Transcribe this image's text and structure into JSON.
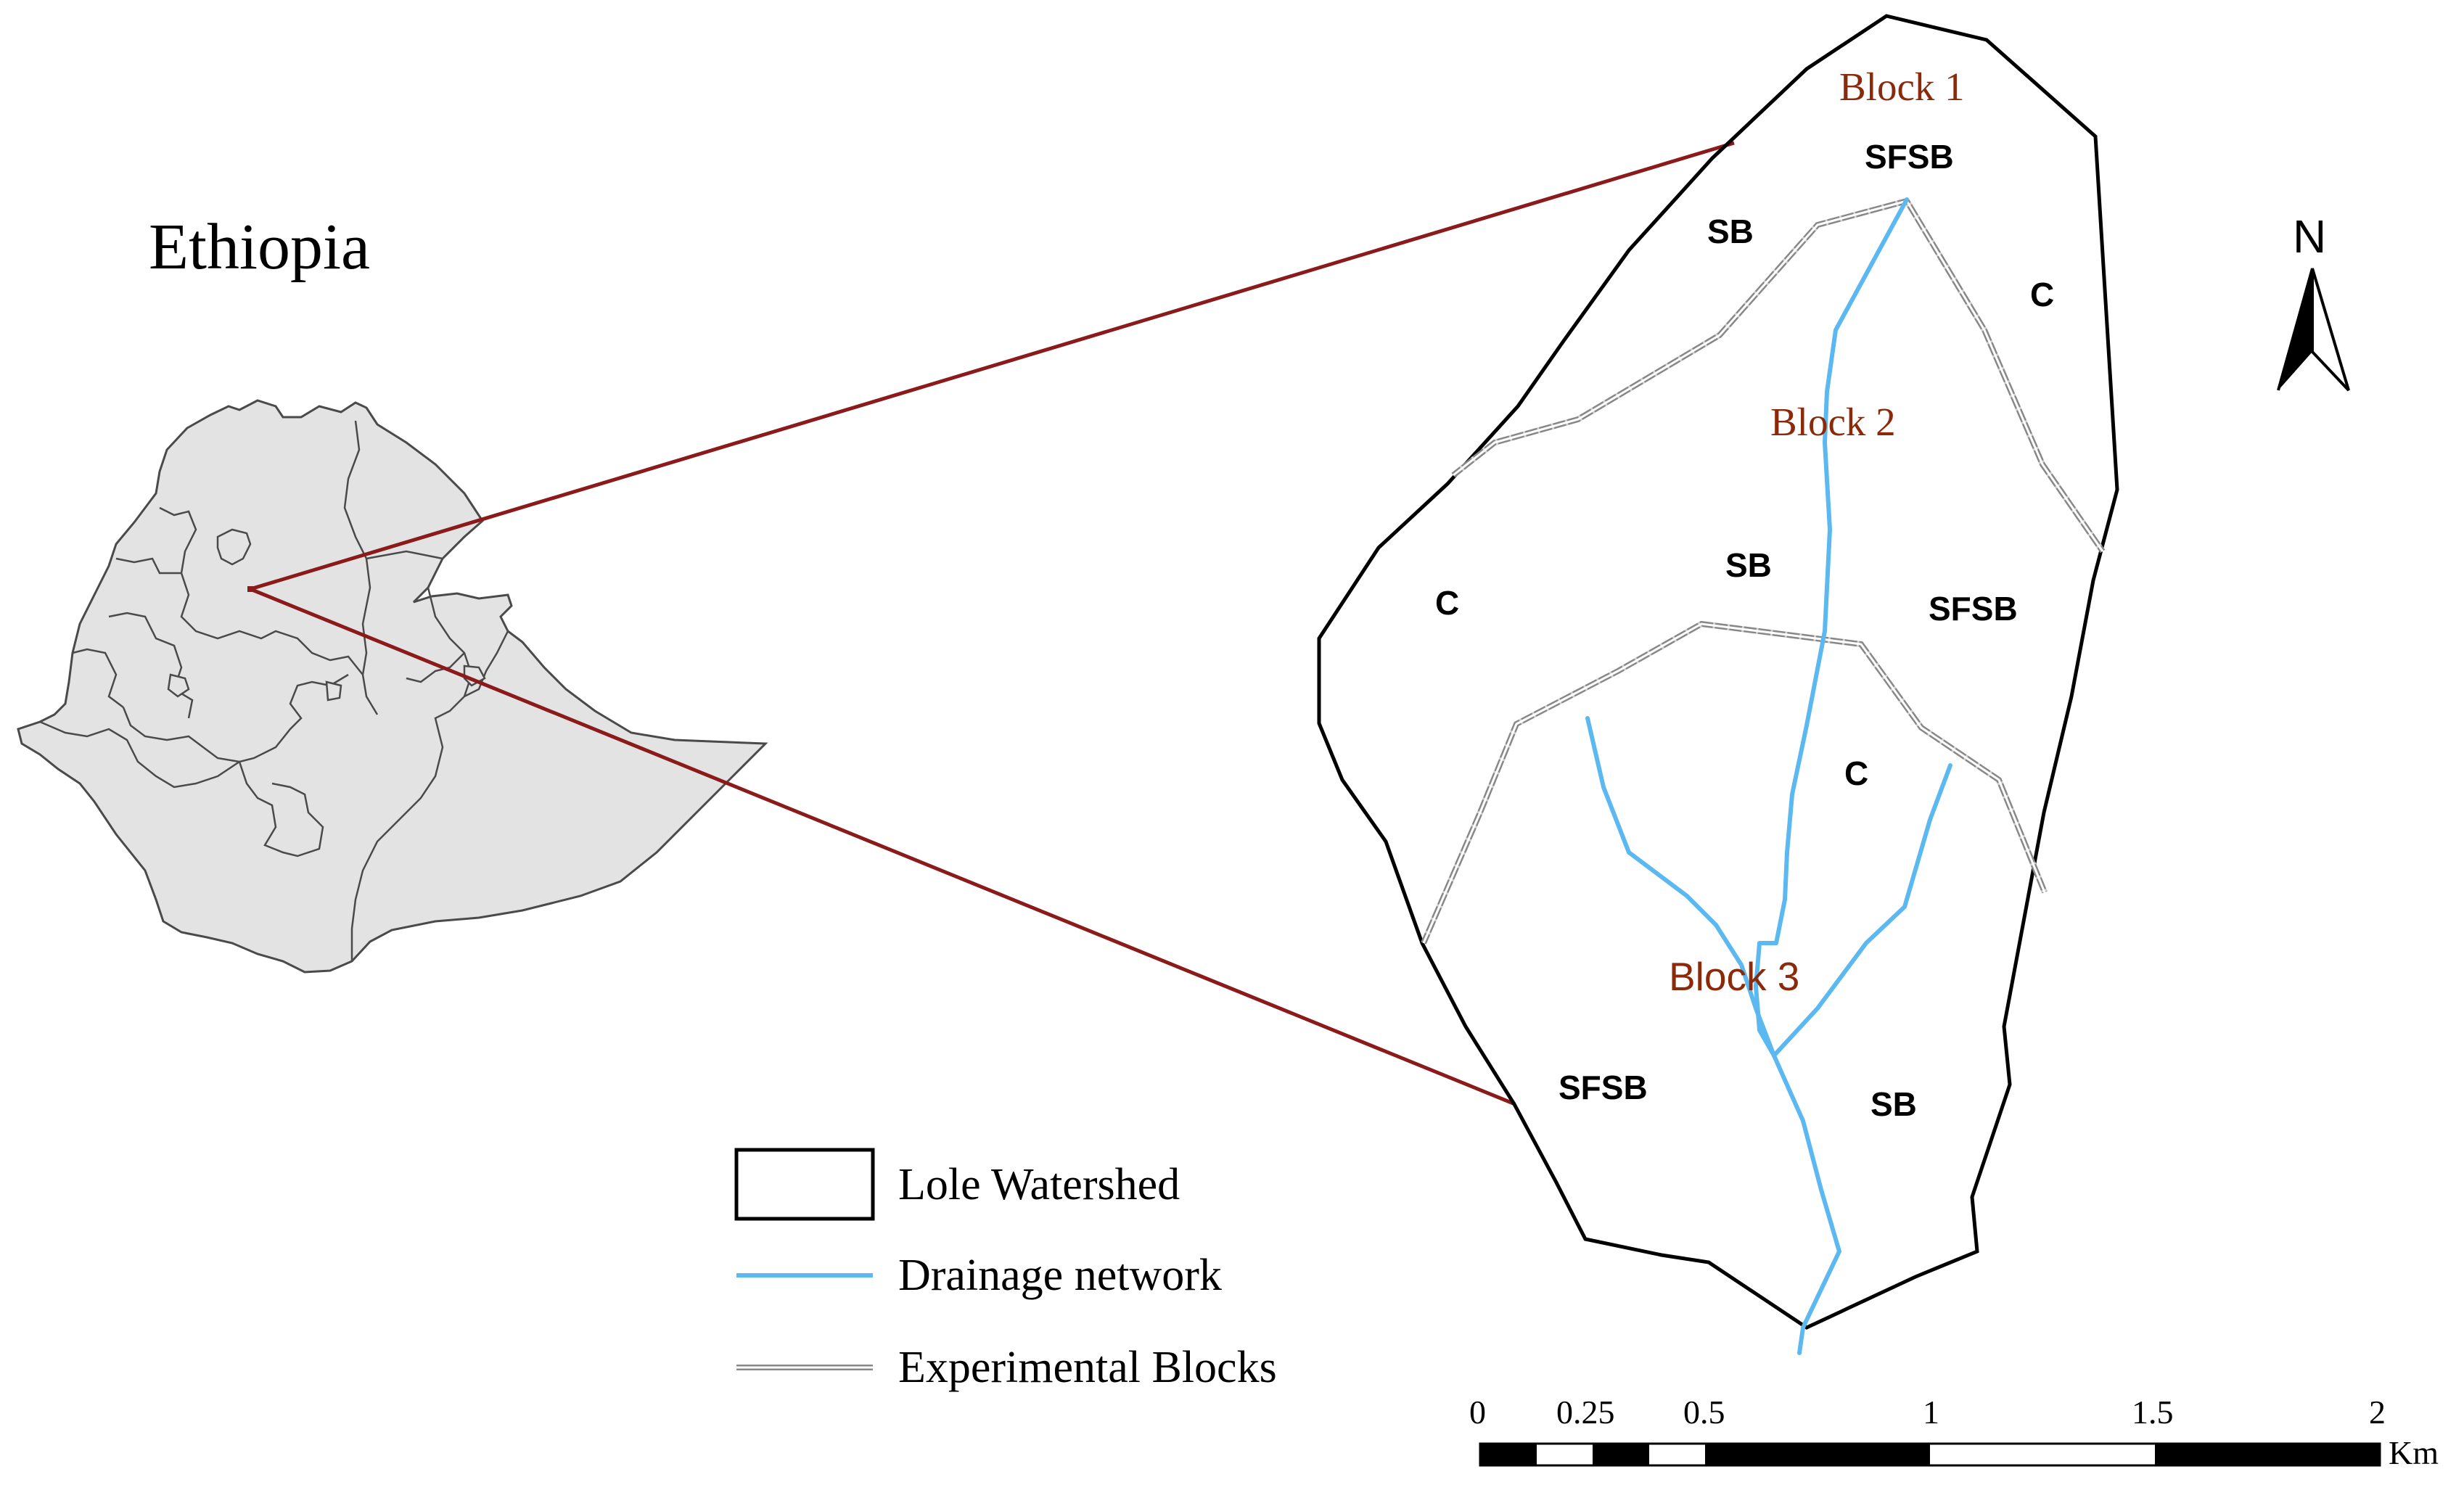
{
  "country_label": "Ethiopia",
  "north_arrow": {
    "label": "N",
    "icon": "north-arrow-icon"
  },
  "watershed": {
    "blocks": [
      {
        "label": "Block 1"
      },
      {
        "label": "Block 2"
      },
      {
        "label": "Block 3"
      }
    ],
    "zones": [
      {
        "block": 1,
        "label": "SFSB"
      },
      {
        "block": 1,
        "label": "SB"
      },
      {
        "block": 1,
        "label": "C"
      },
      {
        "block": 2,
        "label": "SB"
      },
      {
        "block": 2,
        "label": "C"
      },
      {
        "block": 2,
        "label": "SFSB"
      },
      {
        "block": 3,
        "label": "C"
      },
      {
        "block": 3,
        "label": "SFSB"
      },
      {
        "block": 3,
        "label": "SB"
      }
    ]
  },
  "legend": [
    {
      "symbol": "black-outline-box",
      "label": "Lole Watershed"
    },
    {
      "symbol": "blue-line",
      "label": "Drainage network"
    },
    {
      "symbol": "double-dashed-gray-line",
      "label": "Experimental Blocks"
    }
  ],
  "scale_bar": {
    "ticks": [
      "0",
      "0.25",
      "0.5",
      "1",
      "1.5",
      "2"
    ],
    "unit": "Km"
  },
  "colors": {
    "country_fill": "#e3e3e3",
    "country_outline": "#4a4a4a",
    "inset_connector": "#8b1a1a",
    "block_label": "#8b2a0a",
    "drainage": "#5bb8f0",
    "experimental_blocks": "#888888",
    "watershed_outline": "#000000"
  }
}
